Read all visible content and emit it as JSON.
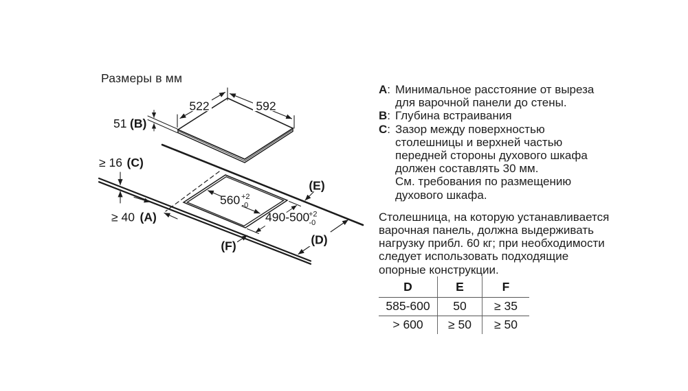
{
  "title": "Размеры в мм",
  "diagram": {
    "dims": {
      "width_left": "522",
      "width_right": "592",
      "b_value": "51",
      "b_label": "(B)",
      "c_value": "≥ 16",
      "c_label": "(C)",
      "a_value": "≥ 40",
      "a_label": "(A)",
      "cutout_width": "560",
      "cutout_depth": "490-500",
      "tol_plus": "+2",
      "tol_minus": "-0",
      "d_label": "(D)",
      "e_label": "(E)",
      "f_label": "(F)"
    }
  },
  "legend": {
    "items": [
      {
        "key": "A",
        "colon": ":",
        "lines": [
          "Минимальное расстояние от выреза",
          "для варочной панели до стены."
        ]
      },
      {
        "key": "B",
        "colon": ":",
        "lines": [
          "Глубина встраивания"
        ]
      },
      {
        "key": "C",
        "colon": ":",
        "lines": [
          "Зазор между поверхностью",
          "столешницы и верхней частью",
          "передней стороны духового шкафа",
          "должен составлять 30 мм.",
          "См. требования по размещению",
          "духового шкафа."
        ]
      }
    ]
  },
  "note": {
    "lines": [
      "Столешница, на которую устанавливается",
      "варочная панель, должна выдерживать",
      "нагрузку прибл. 60 кг; при необходимости",
      "следует использовать подходящие",
      "опорные конструкции."
    ]
  },
  "table": {
    "headers": [
      "D",
      "E",
      "F"
    ],
    "rows": [
      [
        "585-600",
        "50",
        "≥ 35"
      ],
      [
        "> 600",
        "≥ 50",
        "≥ 50"
      ]
    ]
  }
}
